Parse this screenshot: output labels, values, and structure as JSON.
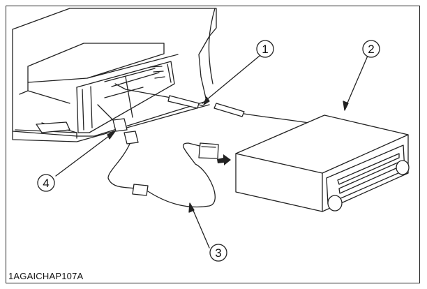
{
  "figure": {
    "caption": "1AGAICHAP107A",
    "callouts": [
      {
        "id": "1",
        "label": "1"
      },
      {
        "id": "2",
        "label": "2"
      },
      {
        "id": "3",
        "label": "3"
      },
      {
        "id": "4",
        "label": "4"
      }
    ]
  }
}
